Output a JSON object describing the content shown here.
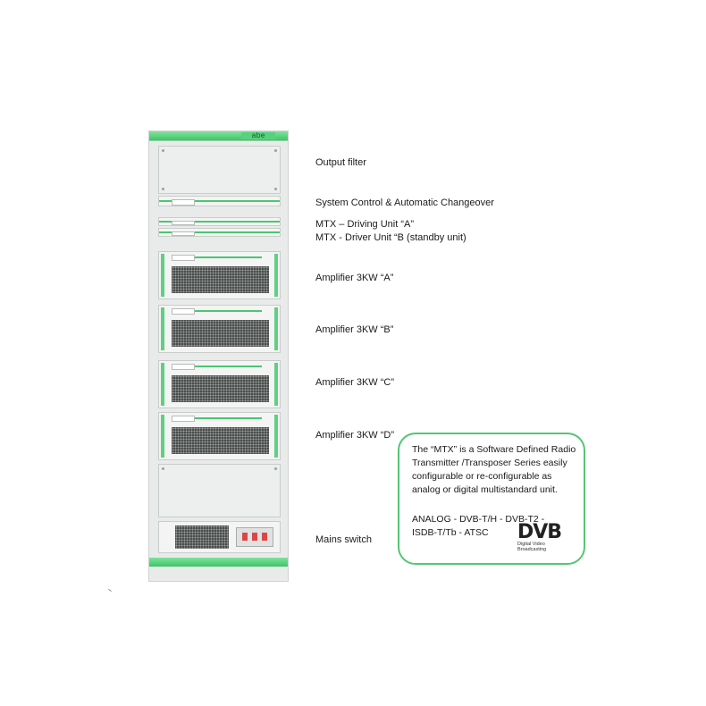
{
  "rack": {
    "brand": "abe"
  },
  "labels": {
    "output_filter": "Output filter",
    "system_control": "System Control & Automatic Changeover",
    "driver_a": "MTX – Driving Unit “A”",
    "driver_b": "MTX - Driver Unit “B (standby unit)",
    "amp_a": "Amplifier 3KW “A”",
    "amp_b": "Amplifier 3KW “B”",
    "amp_c": "Amplifier 3KW “C”",
    "amp_d": "Amplifier 3KW “D”",
    "mains_switch": "Mains switch"
  },
  "callout": {
    "description": "The “MTX” is a Software Defined Radio Transmitter /Transposer Series easily configurable or re-configurable as analog or digital multistandard unit.",
    "standards_line1": "ANALOG  -  DVB-T/H  -  DVB-T2  -",
    "standards_line2": "ISDB-T/Tb  -  ATSC",
    "dvb_logo_text": "DVB",
    "dvb_logo_sub": "Digital Video Broadcasting"
  },
  "colors": {
    "accent_green": "#49c772",
    "callout_border": "#54c573",
    "mesh_dark": "#4b4e4d"
  }
}
